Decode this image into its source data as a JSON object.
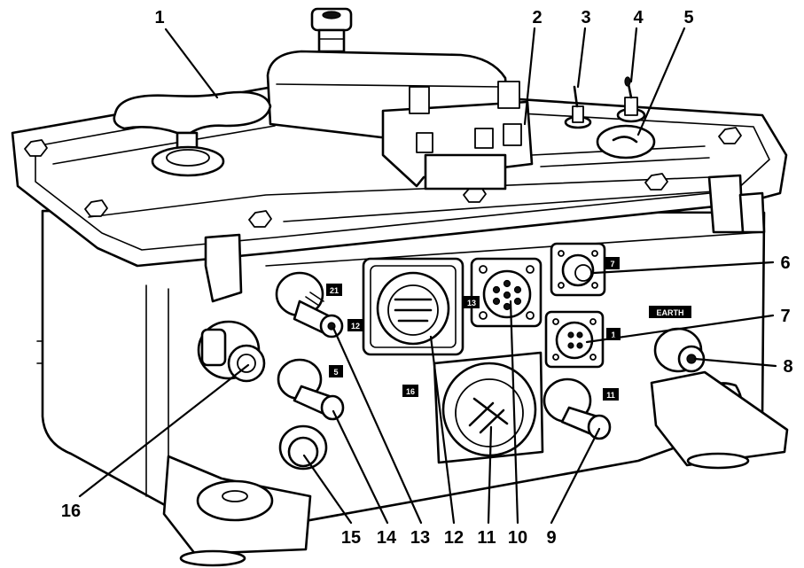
{
  "callouts": [
    "1",
    "2",
    "3",
    "4",
    "5",
    "6",
    "7",
    "8",
    "9",
    "10",
    "11",
    "12",
    "13",
    "14",
    "15",
    "16"
  ],
  "plates": {
    "p7": "7",
    "p1": "1",
    "p21": "21",
    "p12": "12",
    "p16": "16",
    "p5": "5",
    "p13": "13",
    "p11": "11",
    "earth": "EARTH"
  }
}
